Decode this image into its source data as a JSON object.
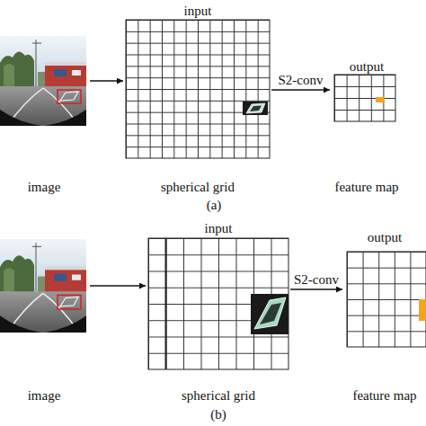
{
  "diagram": {
    "nodes": [
      {
        "text": [
          "image"
        ]
      },
      {
        "text": [
          "input",
          "spherical grid"
        ]
      },
      {
        "text": [
          "output",
          "feature map"
        ]
      },
      {
        "text": [
          "image"
        ]
      },
      {
        "text": [
          "input",
          "spherical grid"
        ]
      },
      {
        "text": [
          "output",
          "feature map"
        ]
      }
    ],
    "edges": [
      {
        "from": 0,
        "to": 1,
        "arrow": "to"
      },
      {
        "from": 1,
        "to": 2,
        "label": "S2-conv",
        "arrow": "to"
      },
      {
        "from": 3,
        "to": 4,
        "arrow": "to"
      },
      {
        "from": 4,
        "to": 5,
        "label": "S2-conv",
        "arrow": "to"
      }
    ],
    "labels": [
      "(a)",
      "(b)"
    ]
  }
}
